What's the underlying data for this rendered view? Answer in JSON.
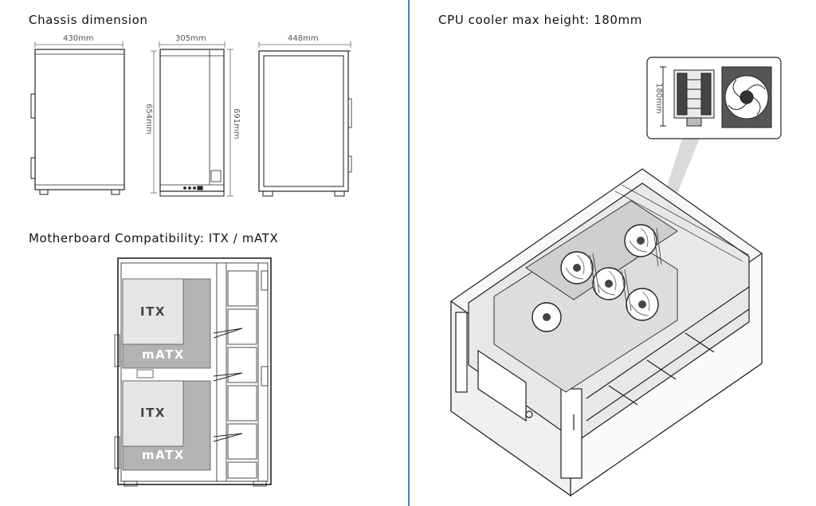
{
  "left": {
    "chassis_title": "Chassis dimension",
    "dims": {
      "front_width": "430mm",
      "side_depth": "305mm",
      "back_width": "448mm",
      "side_height": "654mm",
      "overall_height": "691mm"
    },
    "mb_title": "Motherboard Compatibility: ITX / mATX",
    "mb_labels": {
      "itx_top": "ITX",
      "matx_top": "mATX",
      "itx_bottom": "ITX",
      "matx_bottom": "mATX"
    }
  },
  "right": {
    "cooler_title": "CPU cooler max height: 180mm",
    "cooler_height": "180mm"
  },
  "colors": {
    "divider": "#3f86c9",
    "line": "#222222",
    "board_light": "#e6e6e6",
    "board_dark": "#b3b3b3"
  }
}
